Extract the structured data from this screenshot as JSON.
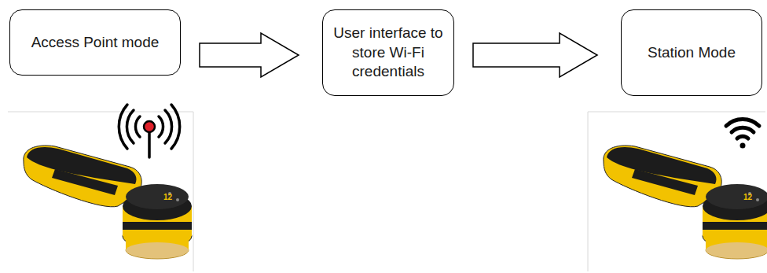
{
  "diagram": {
    "nodes": [
      {
        "text": [
          "Access Point mode"
        ]
      },
      {
        "text": [
          "User interface to store Wi-Fi credentials"
        ]
      },
      {
        "text": [
          "Station Mode"
        ]
      }
    ],
    "edges": [
      {
        "from": 0,
        "to": 1,
        "arrow": "to"
      },
      {
        "from": 1,
        "to": 2,
        "arrow": "to"
      }
    ],
    "labels": [
      "12",
      "12"
    ]
  }
}
